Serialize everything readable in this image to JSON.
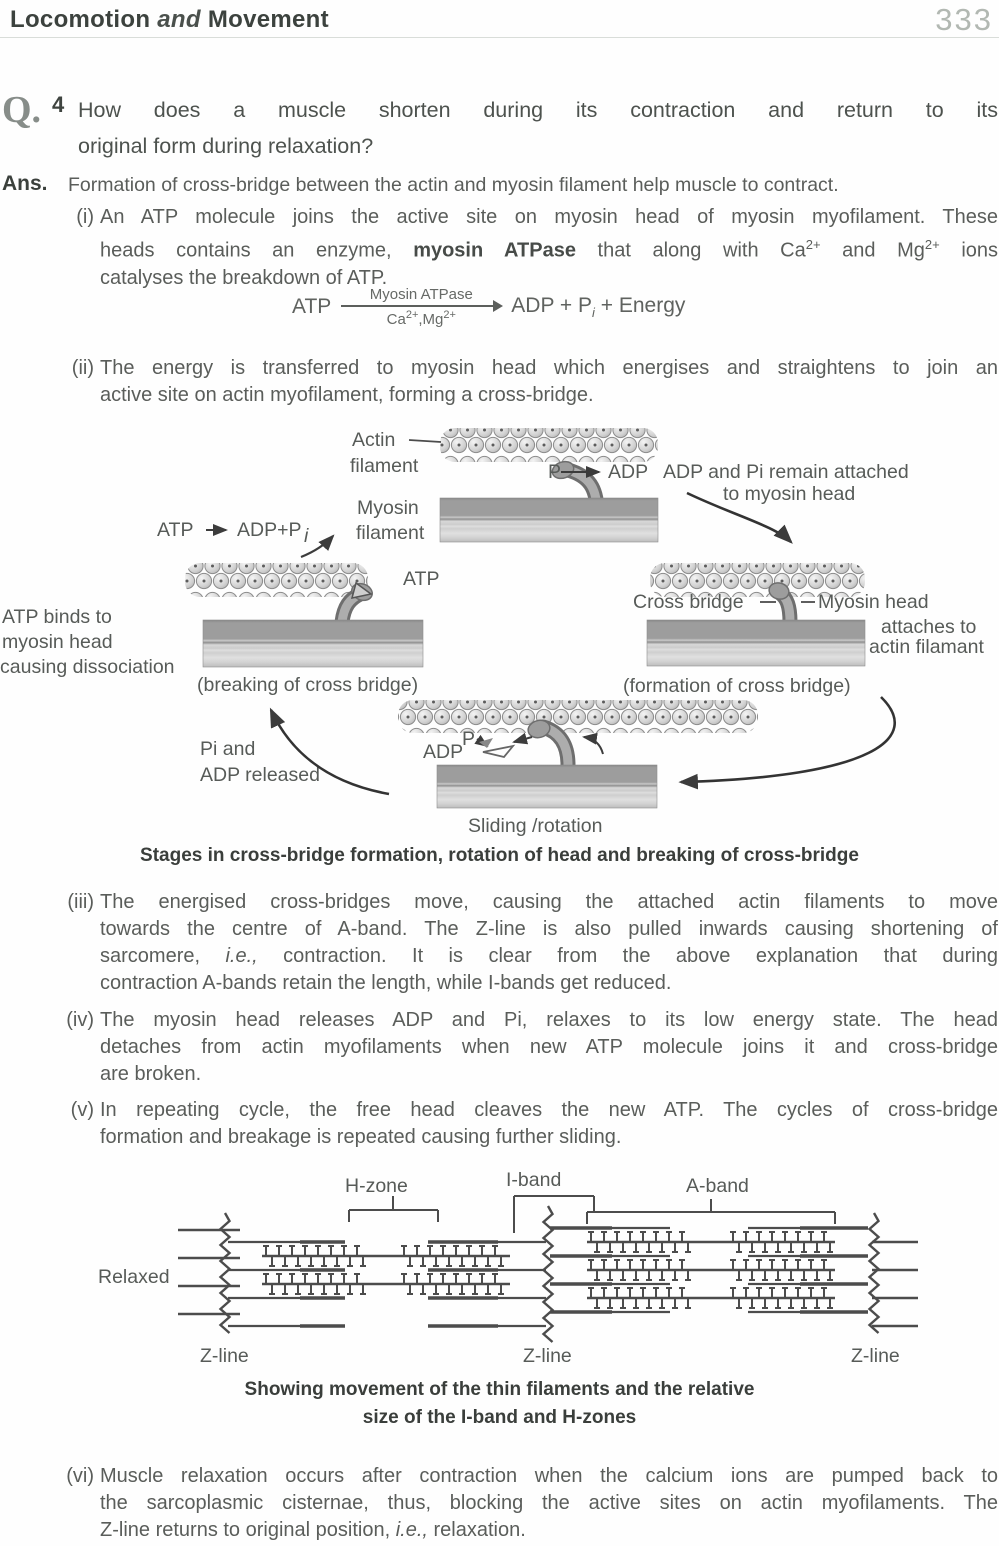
{
  "header": {
    "title_bold1": "Locomotion",
    "title_italic": "and",
    "title_bold2": "Movement",
    "page_number": "333"
  },
  "question": {
    "q_mark": "Q.",
    "number": "4",
    "line1": "How does a muscle shorten during its contraction and return to its",
    "line2": "original form during relaxation?"
  },
  "answer": {
    "label": "Ans.",
    "intro": "Formation of cross-bridge between the actin and myosin filament help muscle to contract.",
    "item_i": {
      "num": "(i)",
      "l1": "An ATP molecule joins the active site on myosin head of myosin myofilament. These",
      "l2a": "heads contains an enzyme, ",
      "l2b": "myosin ATPase",
      "l2c": " that along with Ca",
      "l2d": "2+",
      "l2e": " and Mg",
      "l2f": "2+",
      "l2g": " ions",
      "l3": "catalyses the breakdown of ATP."
    },
    "item_ii": {
      "num": "(ii)",
      "l1": "The energy is transferred to myosin head which energises and straightens to join an",
      "l2": "active site on actin myofilament, forming a cross-bridge."
    },
    "item_iii": {
      "num": "(iii)",
      "l1": "The energised cross-bridges move, causing the attached actin filaments to move",
      "l2": "towards the centre of A-band. The Z-line is also pulled inwards causing shortening of",
      "l3a": "sarcomere, ",
      "l3b": "i.e.,",
      "l3c": " contraction. It is clear from the above explanation that during",
      "l4": "contraction A-bands retain the length, while I-bands get reduced."
    },
    "item_iv": {
      "num": "(iv)",
      "l1": "The myosin head releases ADP and Pi, relaxes to its low energy state. The head",
      "l2": "detaches from actin myofilaments when new ATP molecule joins it and cross-bridge",
      "l3": "are broken."
    },
    "item_v": {
      "num": "(v)",
      "l1": "In repeating cycle, the free head cleaves the new ATP. The cycles of cross-bridge",
      "l2": "formation and breakage is repeated causing further sliding."
    },
    "item_vi": {
      "num": "(vi)",
      "l1": "Muscle relaxation occurs  after contraction when the calcium ions are pumped back to",
      "l2": "the sarcoplasmic cisternae, thus, blocking the active sites on actin myofilaments. The",
      "l3a": "Z-line returns to original position, ",
      "l3b": "i.e.,",
      "l3c": " relaxation."
    }
  },
  "equation": {
    "lhs": "ATP",
    "above": "Myosin ATPase",
    "below_1": "Ca",
    "below_sup1": "2+",
    "below_2": ",Mg",
    "below_sup2": "2+",
    "rhs_1": "ADP + P",
    "rhs_sub": "i",
    "rhs_2": " + Energy"
  },
  "figure1": {
    "actin_1": "Actin",
    "actin_2": "filament",
    "myosin_1": "Myosin",
    "myosin_2": "filament",
    "p_label": "P",
    "adp_label": "ADP",
    "note_attached_1": "ADP and Pi remain attached",
    "note_attached_2": "to myosin head",
    "atp_small": "ATP",
    "adp_pi": "ADP+P",
    "adp_pi_sub": "i",
    "atp_left": "ATP",
    "cross_bridge": "Cross bridge",
    "myosin_head_1": "Myosin head",
    "myosin_head_2": "attaches to",
    "myosin_head_3": "actin filamant",
    "formation": "(formation of cross bridge)",
    "breaking": "(breaking of cross bridge)",
    "atp_binds_1": "ATP binds to",
    "atp_binds_2": "myosin head",
    "atp_binds_3": "causing dissociation",
    "released_1": "Pi and",
    "released_2": "ADP released",
    "adp_bottom": "ADP",
    "p_sup": "P",
    "sliding": "Sliding /rotation",
    "caption": "Stages in cross-bridge formation, rotation of head and breaking of cross-bridge"
  },
  "figure2": {
    "h_zone": "H-zone",
    "i_band": "I-band",
    "a_band": "A-band",
    "relaxed": "Relaxed",
    "z_left": "Z-line",
    "z_mid": "Z-line",
    "z_right": "Z-line",
    "caption_1": "Showing movement of the thin filaments and the relative",
    "caption_2": "size of the I-band and H-zones"
  }
}
